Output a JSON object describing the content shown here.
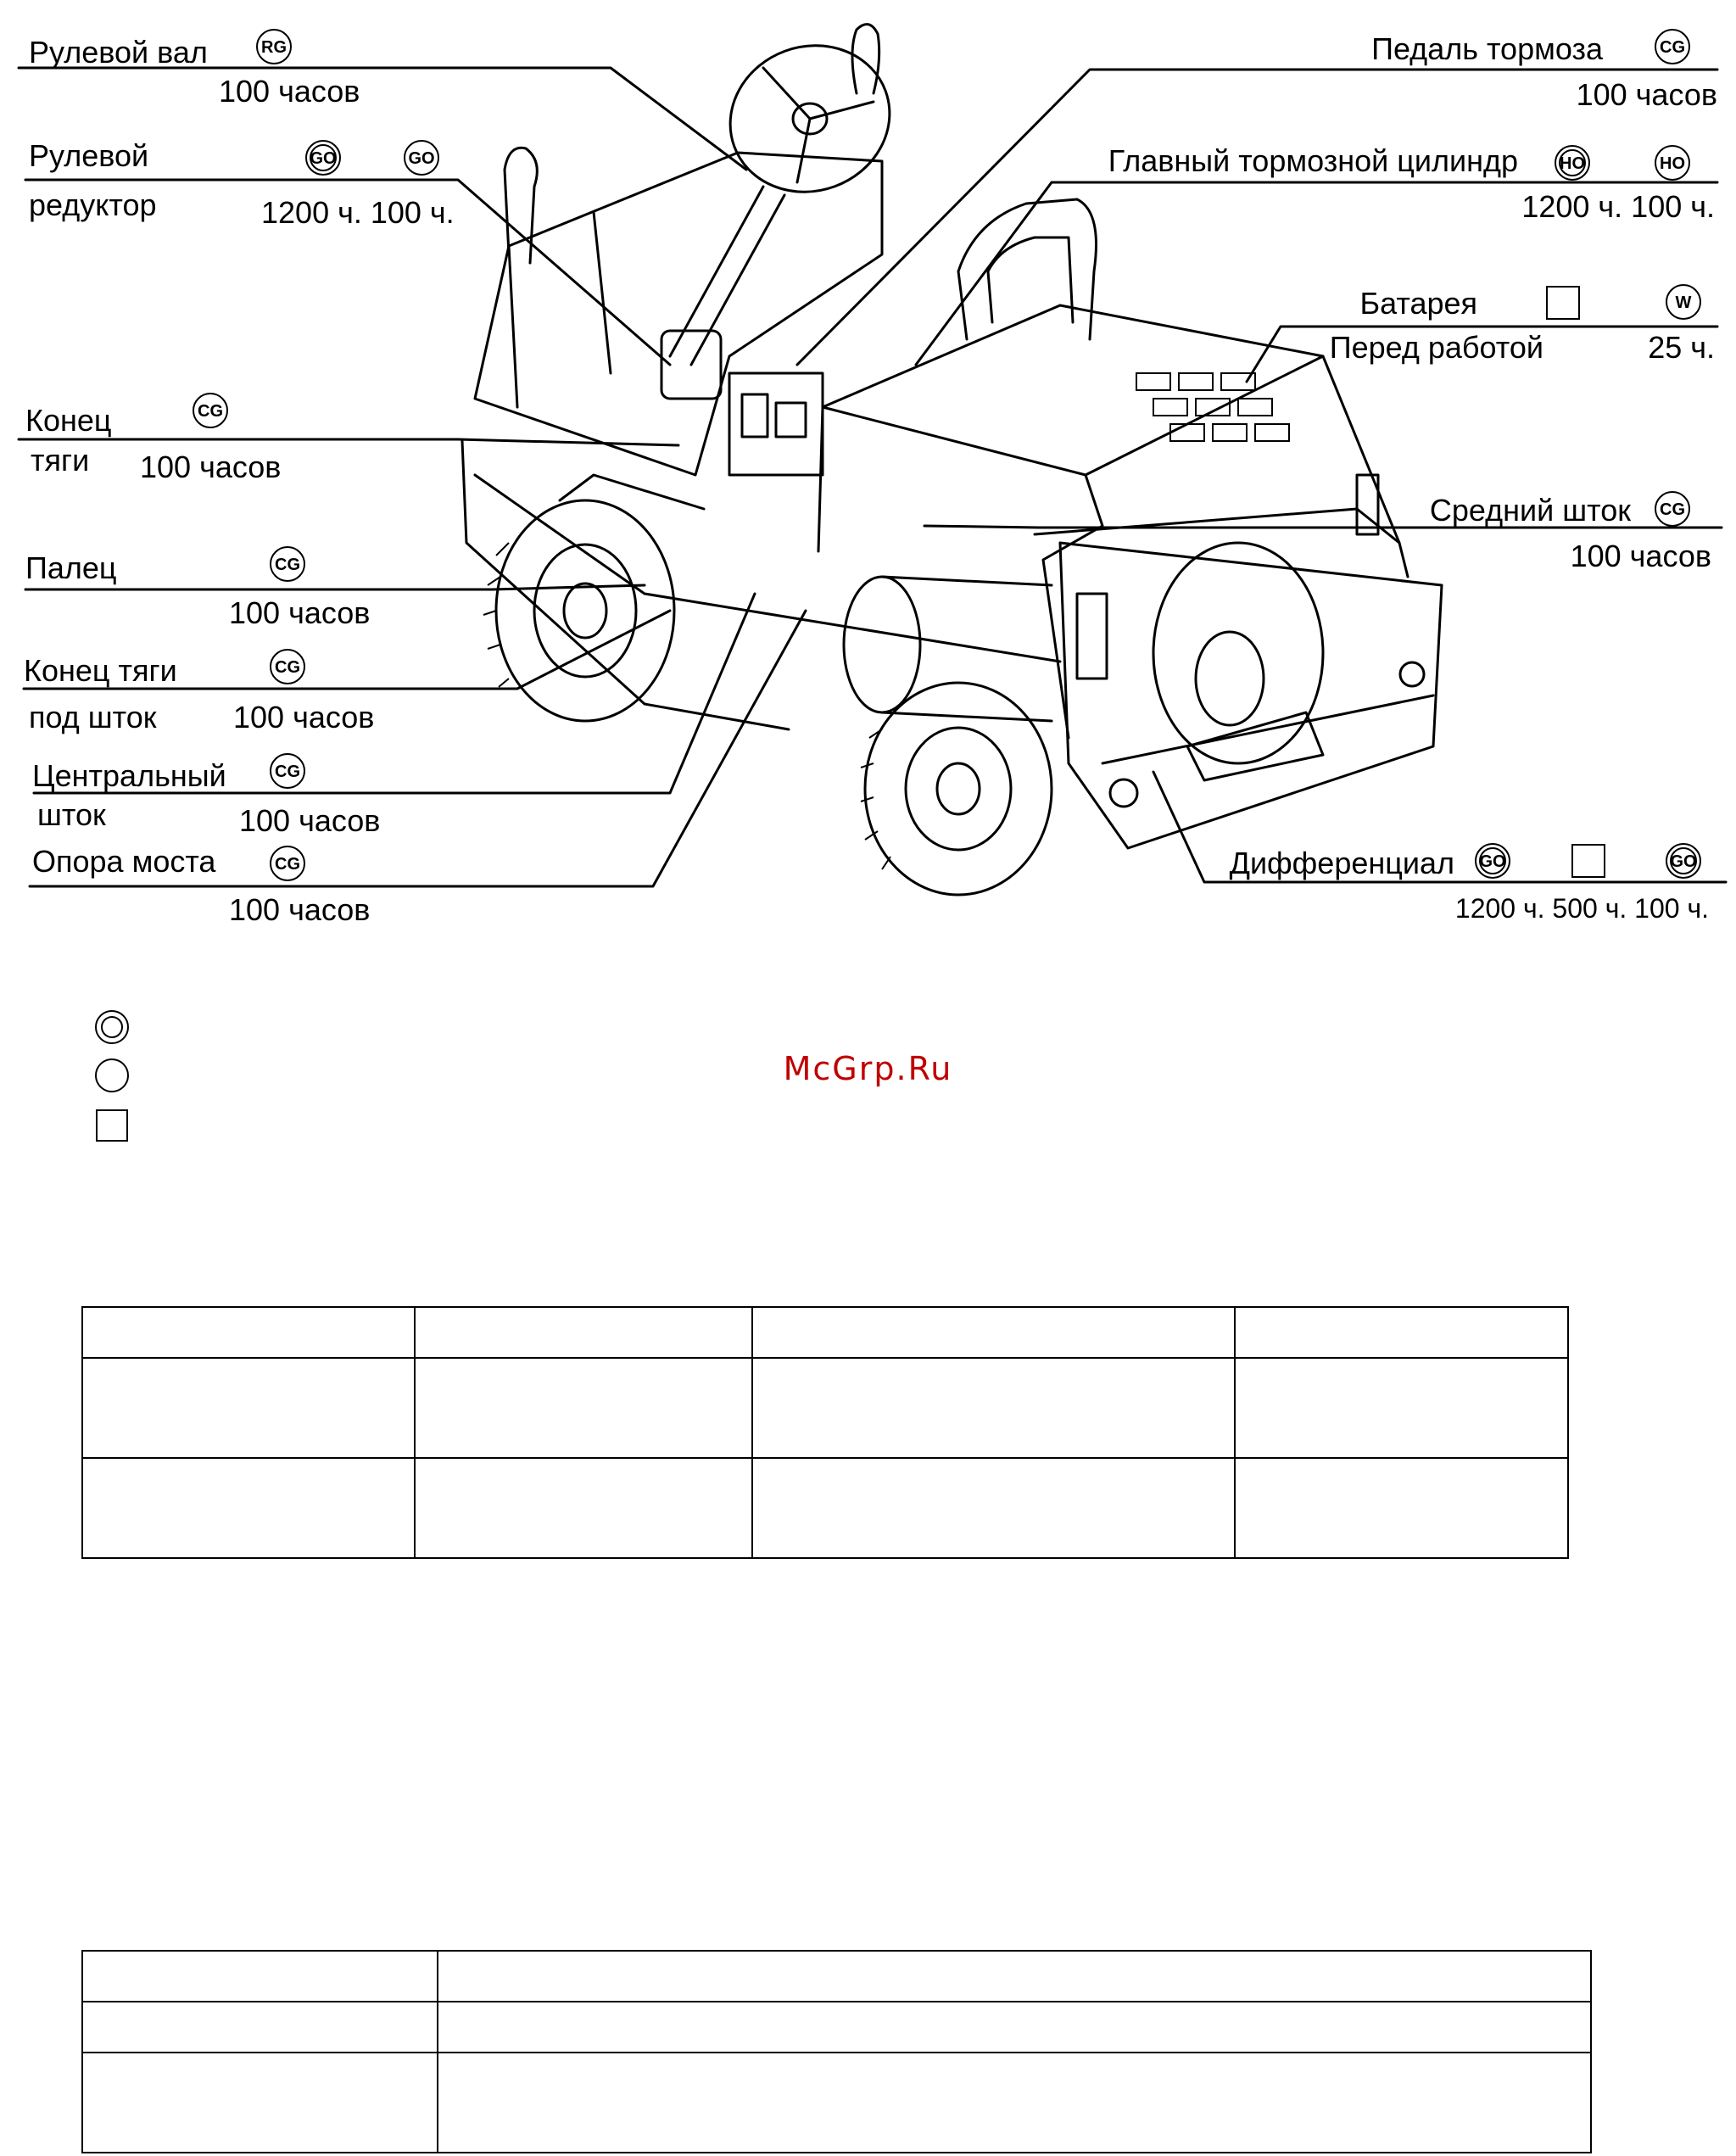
{
  "callouts": {
    "steering_shaft": {
      "name": "Рулевой вал",
      "badge": "RG",
      "interval": "100 часов"
    },
    "steering_gear": {
      "name_line1": "Рулевой",
      "name_line2": "редуктор",
      "badge1": "GO",
      "badge2": "GO",
      "interval": "1200 ч. 100 ч."
    },
    "tie_rod_end": {
      "name_line1": "Конец",
      "name_line2": "тяги",
      "badge": "CG",
      "interval": "100 часов"
    },
    "pin": {
      "name": "Палец",
      "badge": "CG",
      "interval": "100 часов"
    },
    "rod_end_under_shaft": {
      "name_line1": "Конец тяги",
      "name_line2": "под шток",
      "badge": "CG",
      "interval": "100 часов"
    },
    "center_rod": {
      "name_line1": "Центральный",
      "name_line2": "шток",
      "badge": "CG",
      "interval": "100 часов"
    },
    "axle_support": {
      "name": "Опора моста",
      "badge": "CG",
      "interval": "100 часов"
    },
    "brake_pedal": {
      "name": "Педаль тормоза",
      "badge": "CG",
      "interval": "100 часов"
    },
    "master_cylinder": {
      "name": "Главный тормозной цилиндр",
      "badge1": "HO",
      "badge2": "HO",
      "interval": "1200 ч. 100 ч."
    },
    "battery": {
      "name": "Батарея",
      "badge": "W",
      "interval1": "Перед работой",
      "interval2": "25 ч."
    },
    "middle_rod": {
      "name": "Средний шток",
      "badge": "CG",
      "interval": "100 часов"
    },
    "differential": {
      "name": "Дифференциал",
      "badge1": "GO",
      "badge2": "GO",
      "interval": "1200 ч. 500 ч. 100 ч."
    }
  },
  "legend": {
    "double_circle_icon": "double-circle",
    "circle_icon": "circle",
    "square_icon": "square"
  },
  "watermark": "McGrp.Ru",
  "table1": {
    "rows": 3,
    "cols": 4
  },
  "table2": {
    "rows": 3,
    "cols": 2
  }
}
